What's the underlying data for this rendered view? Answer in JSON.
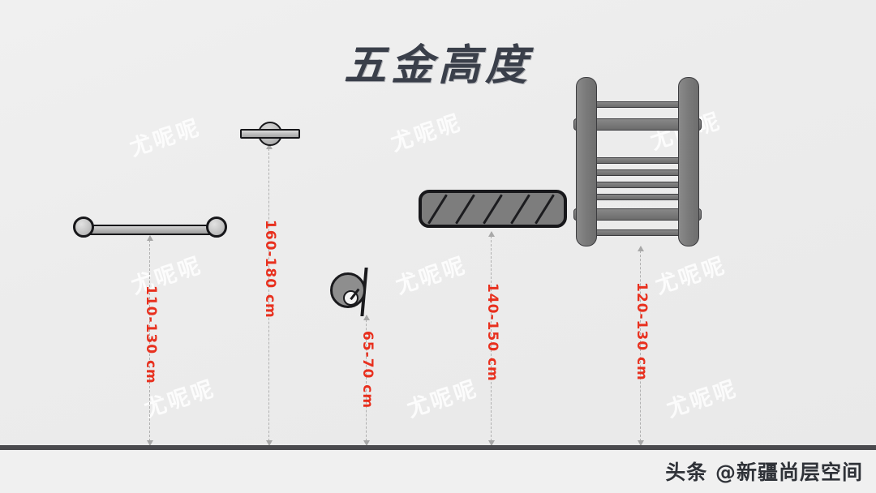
{
  "title": "五金高度",
  "colors": {
    "background": "#eeeeee",
    "ground_line": "#4a4a4e",
    "dimension_text": "#e8301e",
    "fixture_outline": "#17171a",
    "fixture_fill": "#8e8e8e",
    "title_text": "#3a3f4a"
  },
  "fixtures": [
    {
      "name": "towel-bar",
      "dimension": "110-130 cm"
    },
    {
      "name": "shower-head",
      "dimension": "160-180 cm"
    },
    {
      "name": "toilet-paper-holder",
      "dimension": "65-70 cm"
    },
    {
      "name": "soap-dish-shelf",
      "dimension": "140-150 cm"
    },
    {
      "name": "heated-towel-rail",
      "dimension": "120-130 cm"
    }
  ],
  "watermark": {
    "text": "尤呢呢"
  },
  "footer": {
    "brand": "头条 @新疆尚层空间"
  }
}
